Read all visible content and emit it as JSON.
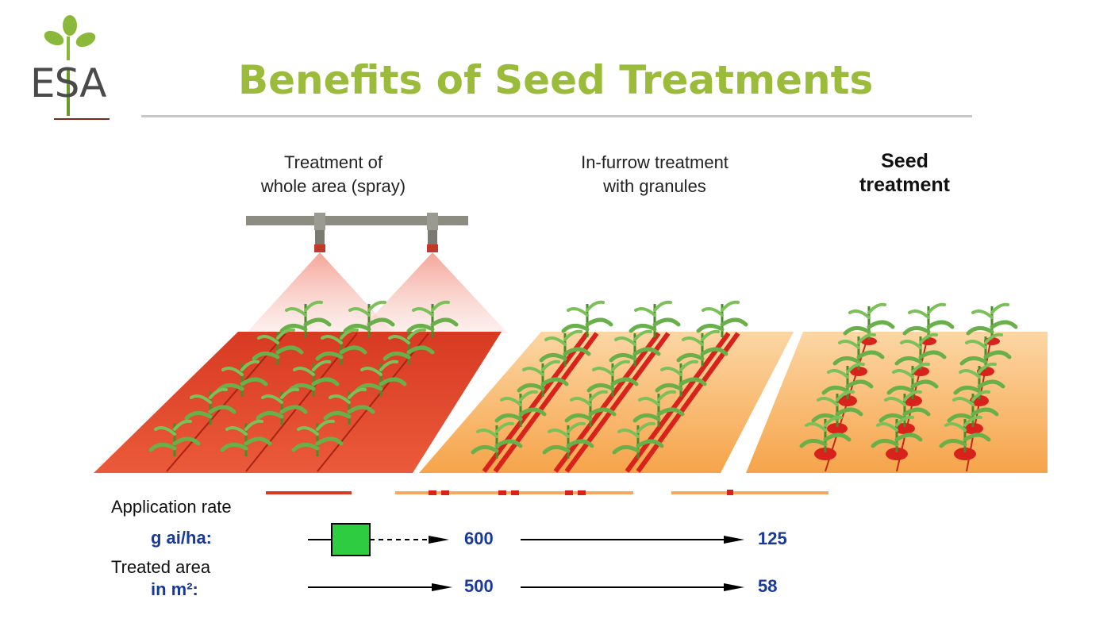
{
  "logo": {
    "text": "ESA"
  },
  "title": "Benefits of Seed Treatments",
  "methods": [
    {
      "line1": "Treatment of",
      "line2": "whole area (spray)"
    },
    {
      "line1": "In-furrow treatment",
      "line2": "with granules"
    },
    {
      "line1": "Seed",
      "line2": "treatment"
    }
  ],
  "rows": [
    {
      "label": "Application rate",
      "unit": "g ai/ha:",
      "value_a": "600",
      "value_b": "125"
    },
    {
      "label": "Treated area",
      "unit": "in m²:",
      "value_a": "500",
      "value_b": "58"
    }
  ],
  "colors": {
    "title_green": "#9bbb3b",
    "treated_red": "#e2452e",
    "soil_orange": "#f6b266",
    "value_blue": "#1a3a9a",
    "box_green": "#2ecc40"
  }
}
